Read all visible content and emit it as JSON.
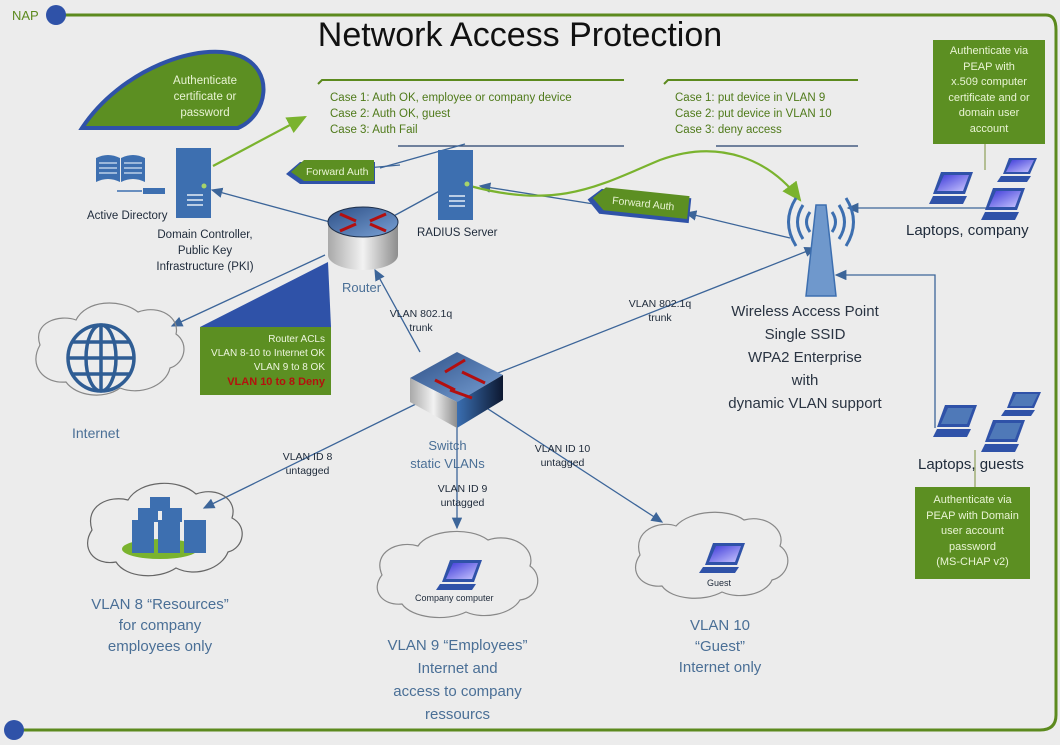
{
  "corner_tag": "NAP",
  "title": "Network Access Protection",
  "auth_bubble": {
    "lines": [
      "Authenticate",
      "certificate or",
      "password"
    ]
  },
  "radius_cases": {
    "lines": [
      "Case 1: Auth OK, employee or company device",
      "Case 2: Auth OK, guest",
      "Case 3: Auth Fail"
    ]
  },
  "vlan_cases": {
    "lines": [
      "Case 1: put device in VLAN 9",
      "Case 2: put device in VLAN 10",
      "Case 3: deny access"
    ]
  },
  "company_auth_box": {
    "lines": [
      "Authenticate via",
      "PEAP with",
      "x.509 computer",
      "certificate and or",
      "domain user",
      "account"
    ]
  },
  "guest_auth_box": {
    "lines": [
      "Authenticate via",
      "PEAP with Domain",
      "user account",
      "password",
      "(MS-CHAP v2)"
    ]
  },
  "nodes": {
    "active_directory": "Active Directory",
    "domain_controller": [
      "Domain Controller,",
      "Public Key",
      "Infrastructure (PKI)"
    ],
    "radius_server": "RADIUS Server",
    "router": "Router",
    "switch": [
      "Switch",
      "static VLANs"
    ],
    "internet": "Internet",
    "wap": [
      "Wireless Access Point",
      "Single SSID",
      "WPA2 Enterprise",
      "with",
      "dynamic VLAN support"
    ],
    "laptops_company": "Laptops, company",
    "laptops_guests": "Laptops, guests",
    "company_computer": "Company computer",
    "guest_laptop": "Guest"
  },
  "tags": {
    "forward_auth_left": "Forward Auth",
    "forward_auth_right": "Forward Auth"
  },
  "router_acls": {
    "lines": [
      "Router ACLs",
      "VLAN 8-10 to Internet OK",
      "VLAN 9 to 8 OK"
    ],
    "deny": "VLAN 10 to 8 Deny"
  },
  "links": {
    "trunk_router": [
      "VLAN 802.1q",
      "trunk"
    ],
    "trunk_wap": [
      "VLAN 802.1q",
      "trunk"
    ],
    "vlan8": [
      "VLAN ID 8",
      "untagged"
    ],
    "vlan9": [
      "VLAN ID 9",
      "untagged"
    ],
    "vlan10": [
      "VLAN ID 10",
      "untagged"
    ]
  },
  "zones": {
    "vlan8": [
      "VLAN 8 “Resources”",
      "for company",
      "employees only"
    ],
    "vlan9": [
      "VLAN 9 “Employees”",
      "Internet and",
      "access to company",
      "ressourcs"
    ],
    "vlan10": [
      "VLAN 10",
      "“Guest”",
      "Internet only"
    ]
  },
  "colors": {
    "frame_green": "#5c8a1e",
    "accent_blue": "#2f52a8",
    "box_green": "#5c8f22",
    "deny_red": "#b3120e",
    "icon_blue": "#3d6fb0"
  }
}
